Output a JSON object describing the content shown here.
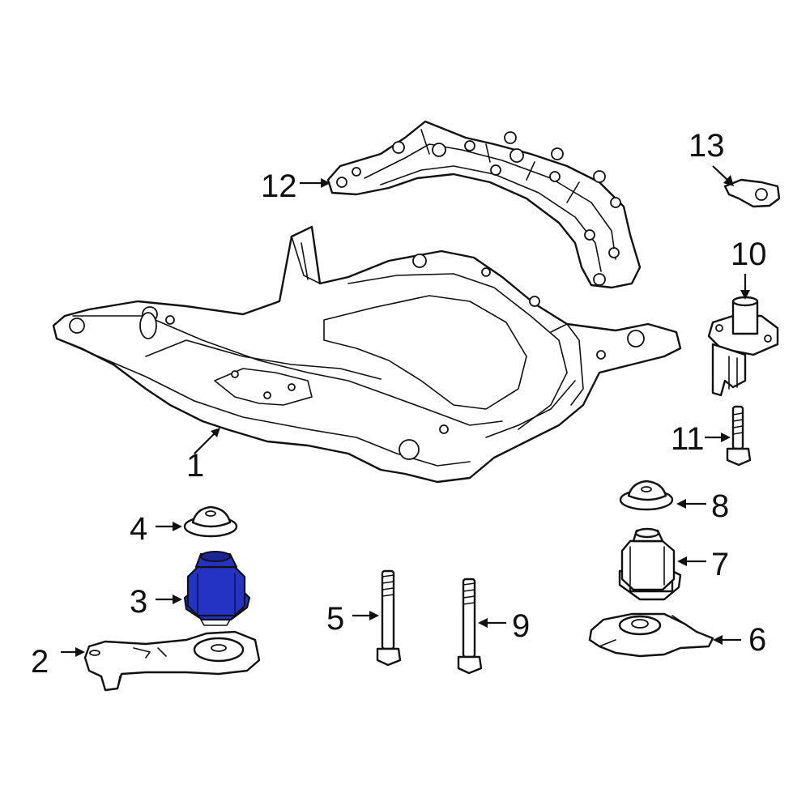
{
  "callouts": {
    "c1": "1",
    "c2": "2",
    "c3": "3",
    "c4": "4",
    "c5": "5",
    "c6": "6",
    "c7": "7",
    "c8": "8",
    "c9": "9",
    "c10": "10",
    "c11": "11",
    "c12": "12",
    "c13": "13"
  },
  "highlight": {
    "part": "3",
    "color": "#2433c4",
    "shade": "#1a2596"
  },
  "line_color": "#111111"
}
